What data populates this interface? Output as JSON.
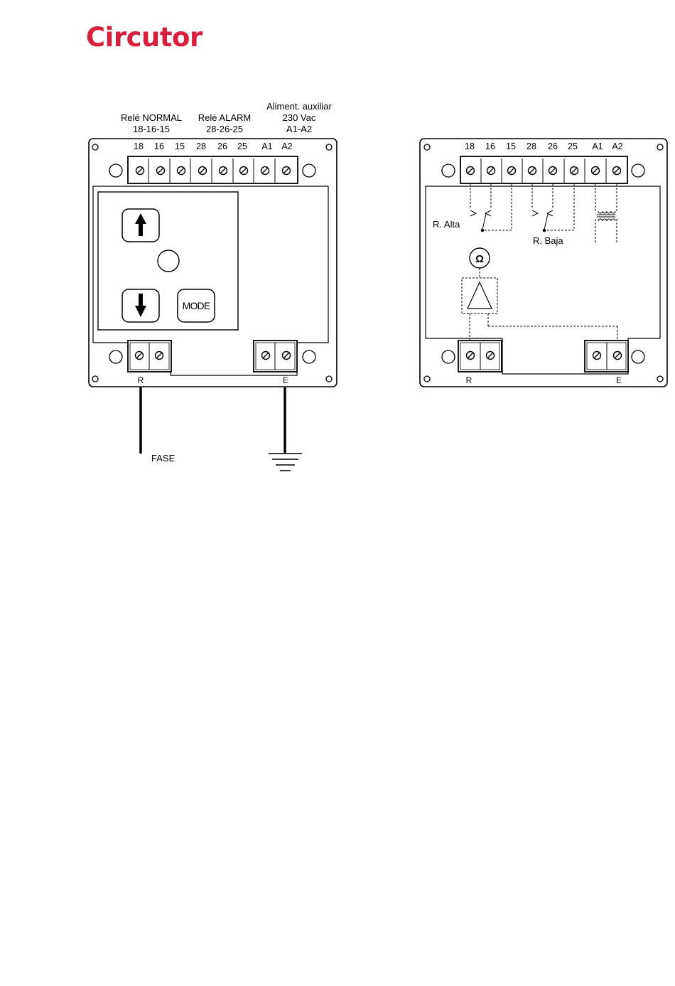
{
  "brand": {
    "name": "Circutor",
    "color": "#d61f3d"
  },
  "left_panel": {
    "groups": [
      {
        "label": "Relé NORMAL",
        "sublabel": "18-16-15"
      },
      {
        "label": "Relé ALARM",
        "sublabel": "28-26-25"
      },
      {
        "label": "Aliment. auxiliar",
        "sublabel": "230 Vac",
        "sublabel2": "A1-A2"
      }
    ],
    "terminals": [
      "18",
      "16",
      "15",
      "28",
      "26",
      "25",
      "A1",
      "A2"
    ],
    "buttons": {
      "up_icon": "arrow-up-icon",
      "down_icon": "arrow-down-icon",
      "mode": "MODE"
    },
    "bottom_terminals": {
      "left": "R",
      "right": "E"
    },
    "wire_labels": {
      "phase": "FASE"
    }
  },
  "right_panel": {
    "terminals": [
      "18",
      "16",
      "15",
      "28",
      "26",
      "25",
      "A1",
      "A2"
    ],
    "relay_labels": {
      "high": "R. Alta",
      "low": "R. Baja"
    },
    "meter_symbol": "Ω",
    "bottom_terminals": {
      "left": "R",
      "right": "E"
    }
  }
}
